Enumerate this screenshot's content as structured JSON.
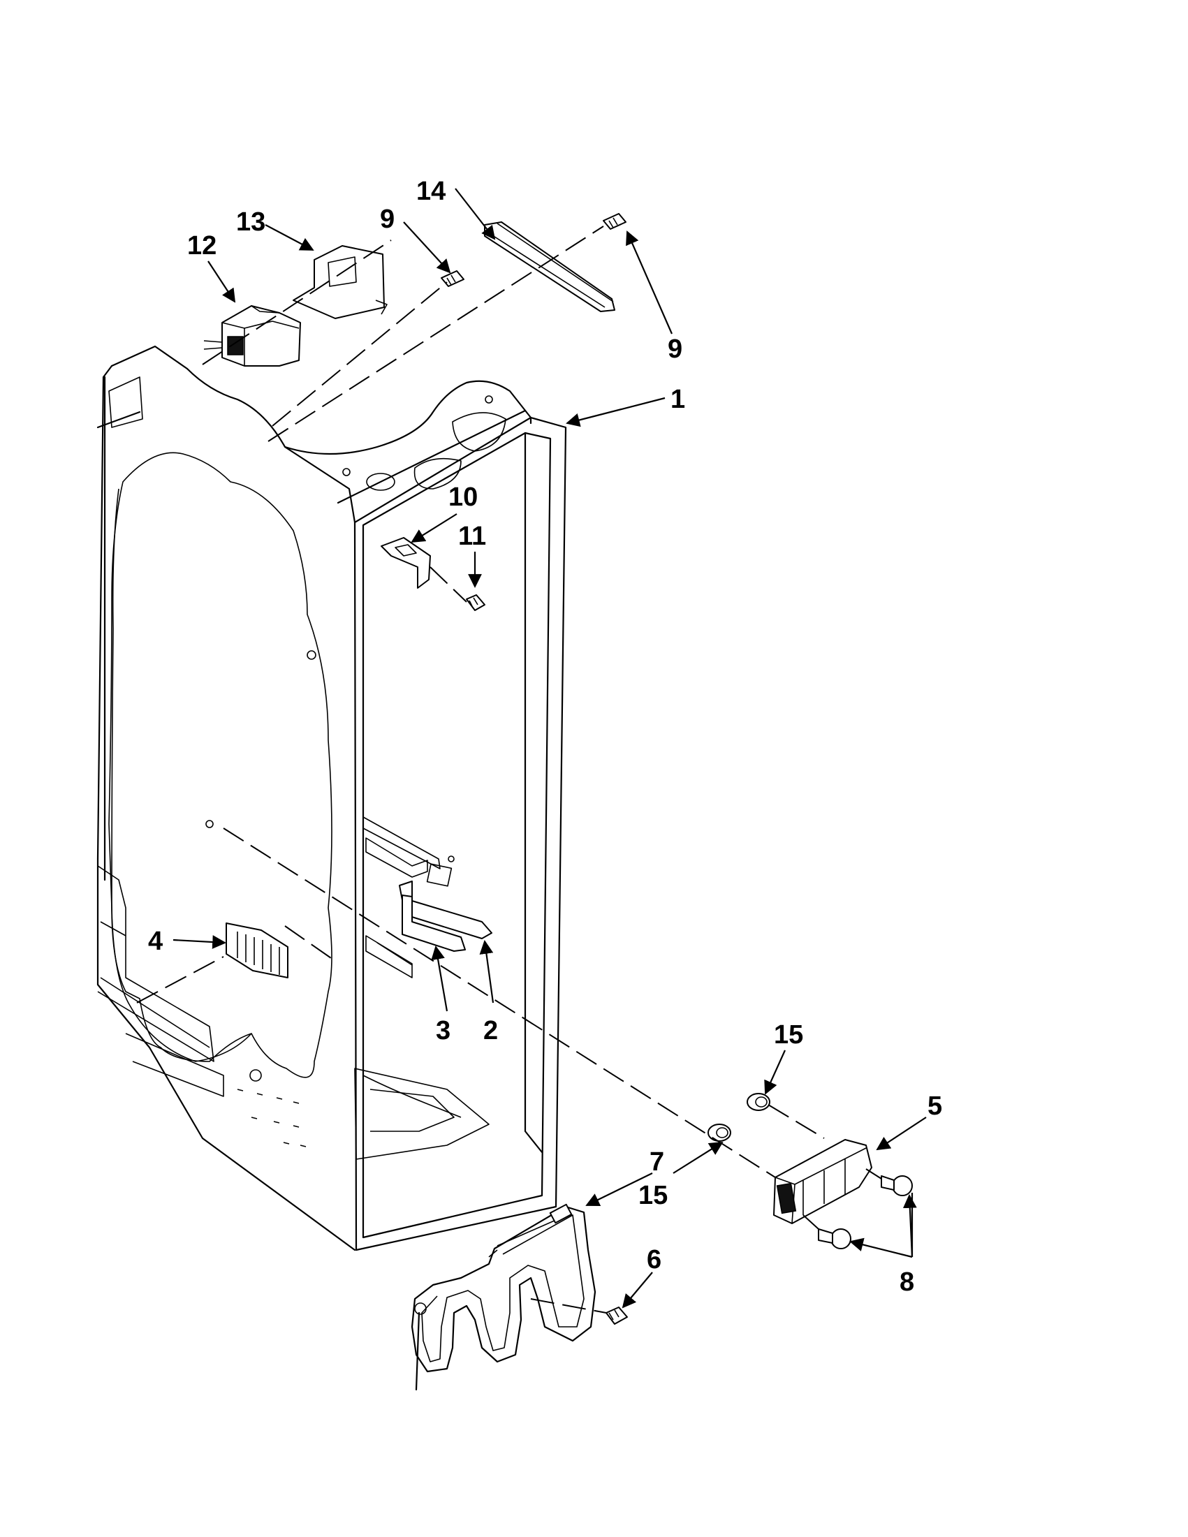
{
  "diagram": {
    "callouts": {
      "c14": "14",
      "c13": "13",
      "c12": "12",
      "c9_top": "9",
      "c9_right": "9",
      "c1": "1",
      "c10": "10",
      "c11": "11",
      "c4": "4",
      "c3": "3",
      "c2": "2",
      "c15_top": "15",
      "c5": "5",
      "c7": "7",
      "c15_mid": "15",
      "c6": "6",
      "c8": "8"
    }
  }
}
